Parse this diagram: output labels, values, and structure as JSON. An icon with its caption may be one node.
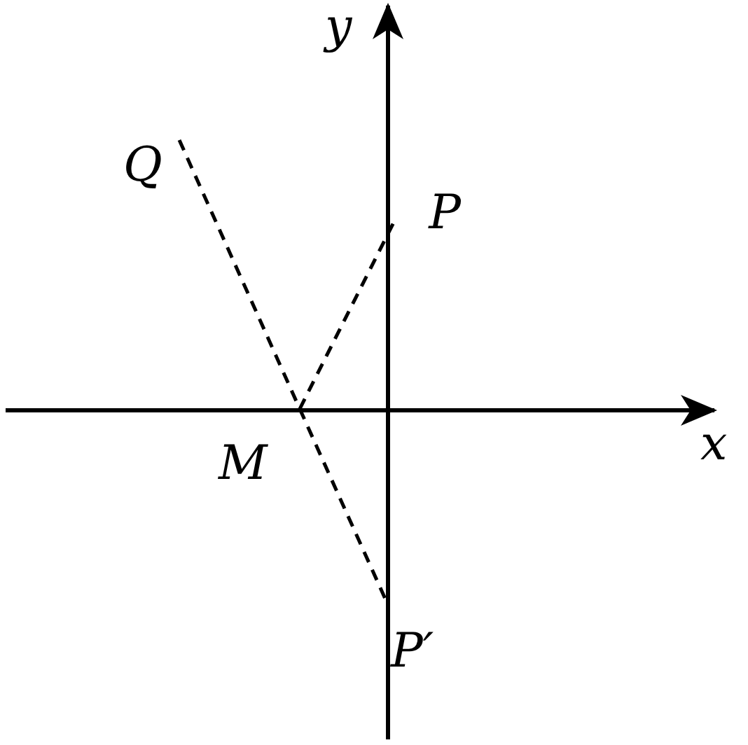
{
  "diagram": {
    "nodes": [
      {
        "text": [
          "Q"
        ]
      },
      {
        "text": [
          "P"
        ]
      },
      {
        "text": [
          "M"
        ]
      },
      {
        "text": [
          "P′"
        ]
      }
    ],
    "edges": [
      {
        "from": 0,
        "to": 2,
        "arrow": "none",
        "style": "dashed"
      },
      {
        "from": 2,
        "to": 3,
        "arrow": "none",
        "style": "dashed"
      },
      {
        "from": 2,
        "to": 1,
        "arrow": "none",
        "style": "dashed"
      }
    ],
    "labels": [
      "y",
      "x"
    ]
  }
}
